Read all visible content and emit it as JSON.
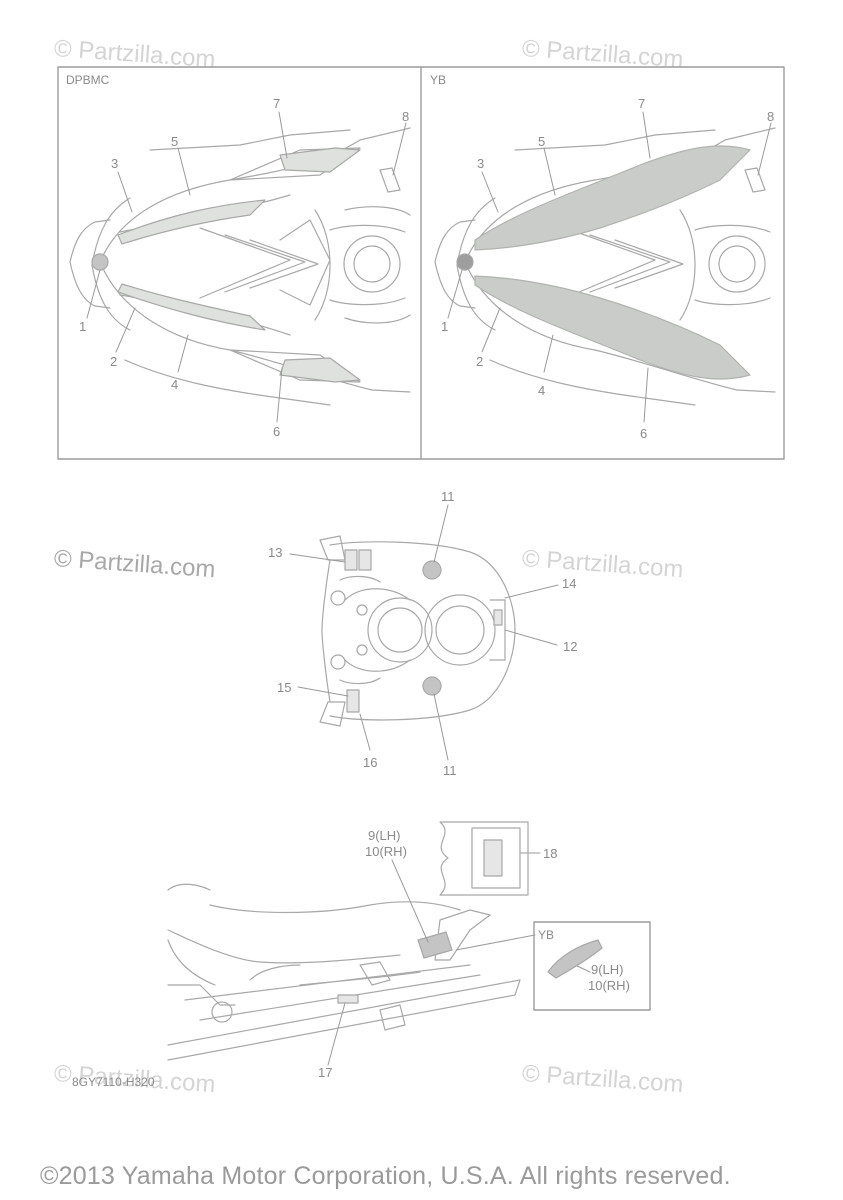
{
  "watermark": "© Partzilla.com",
  "panels": {
    "left": "DPBMC",
    "right": "YB",
    "inset": "YB"
  },
  "callouts": {
    "c1": "1",
    "c2": "2",
    "c3": "3",
    "c4": "4",
    "c5": "5",
    "c6": "6",
    "c7": "7",
    "c8": "8",
    "c11": "11",
    "c12": "12",
    "c13": "13",
    "c14": "14",
    "c15": "15",
    "c16": "16",
    "c17": "17",
    "c18": "18",
    "c9lh": "9(LH)",
    "c10rh": "10(RH)"
  },
  "drawing_code": "8GY7110-H320",
  "copyright": "©2013 Yamaha Motor Corporation, U.S.A. All rights reserved.",
  "colors": {
    "line": "#a8a8a8",
    "fill_decal": "#c9ccc8",
    "frame": "#9c9c9c",
    "watermark": "#d4d4d4"
  }
}
